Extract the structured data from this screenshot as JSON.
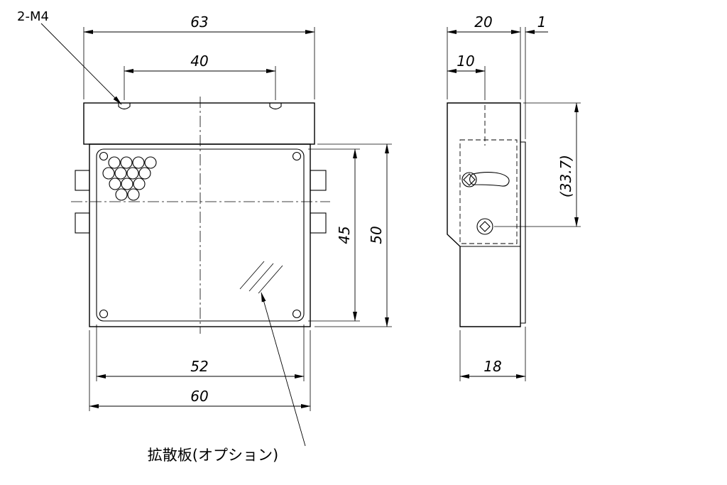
{
  "front": {
    "thread_callout": "2-M4",
    "dim_overall_width": "63",
    "dim_hole_spacing": "40",
    "dim_face_height": "45",
    "dim_body_height": "50",
    "dim_face_width": "52",
    "dim_body_width": "60",
    "diffuser_note": "拡散板(オプション)"
  },
  "side": {
    "dim_depth": "20",
    "dim_plate_thickness": "1",
    "dim_hole_offset": "10",
    "dim_ref_height": "(33.7)",
    "dim_bottom_depth": "18"
  }
}
